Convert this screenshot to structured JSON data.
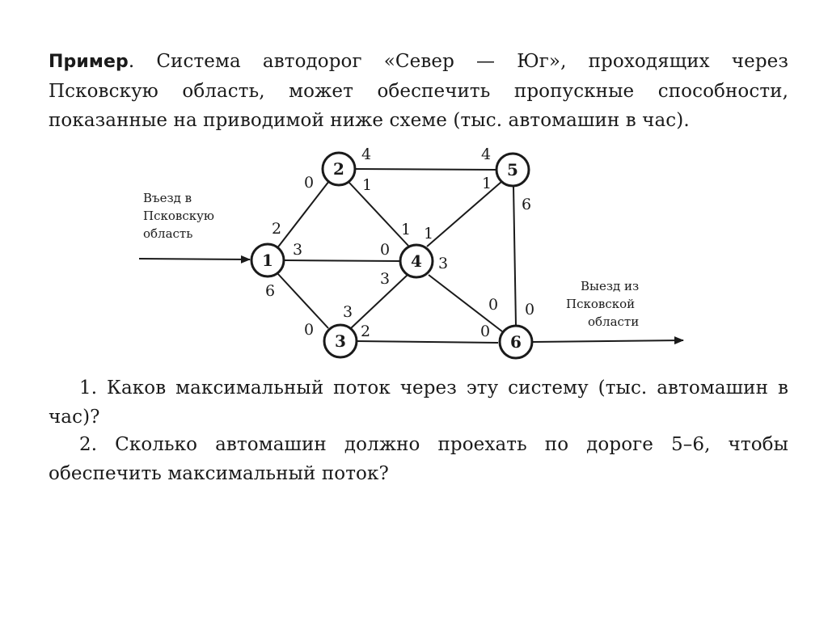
{
  "text": {
    "intro_lead": "Пример",
    "intro_rest": ". Система автодорог «Север — Юг», проходящих через Псковскую область, может обеспечить пропускные способности, показанные на приводимой ниже схеме (тыс. автомашин в час).",
    "question_1": "1. Каков максимальный поток через эту систему (тыс. автомашин в час)?",
    "question_2": "2. Сколько автомашин должно проехать по дороге 5–6, чтобы обеспечить максимальный поток?"
  },
  "diagram": {
    "entry_label": [
      "Въезд в",
      "Псковскую",
      "область"
    ],
    "exit_label": [
      "Выезд из",
      "Псковской",
      "области"
    ],
    "nodes": [
      {
        "id": "1",
        "label": "1"
      },
      {
        "id": "2",
        "label": "2"
      },
      {
        "id": "3",
        "label": "3"
      },
      {
        "id": "4",
        "label": "4"
      },
      {
        "id": "5",
        "label": "5"
      },
      {
        "id": "6",
        "label": "6"
      }
    ],
    "edges": [
      {
        "from": "1",
        "to": "2",
        "cap_from": "2",
        "cap_to": "0"
      },
      {
        "from": "1",
        "to": "4",
        "cap_from": "3",
        "cap_to": "0"
      },
      {
        "from": "1",
        "to": "3",
        "cap_from": "6",
        "cap_to": "0"
      },
      {
        "from": "2",
        "to": "5",
        "cap_from": "4",
        "cap_to": "4"
      },
      {
        "from": "2",
        "to": "4",
        "cap_from": "1",
        "cap_to": "1"
      },
      {
        "from": "3",
        "to": "4",
        "cap_from": "3",
        "cap_to": "3"
      },
      {
        "from": "3",
        "to": "6",
        "cap_from": "2",
        "cap_to": "0"
      },
      {
        "from": "4",
        "to": "5",
        "cap_from": "1",
        "cap_to": "1"
      },
      {
        "from": "4",
        "to": "6",
        "cap_from": "3",
        "cap_to": "0"
      },
      {
        "from": "5",
        "to": "6",
        "cap_from": "6",
        "cap_to": "0"
      }
    ]
  }
}
